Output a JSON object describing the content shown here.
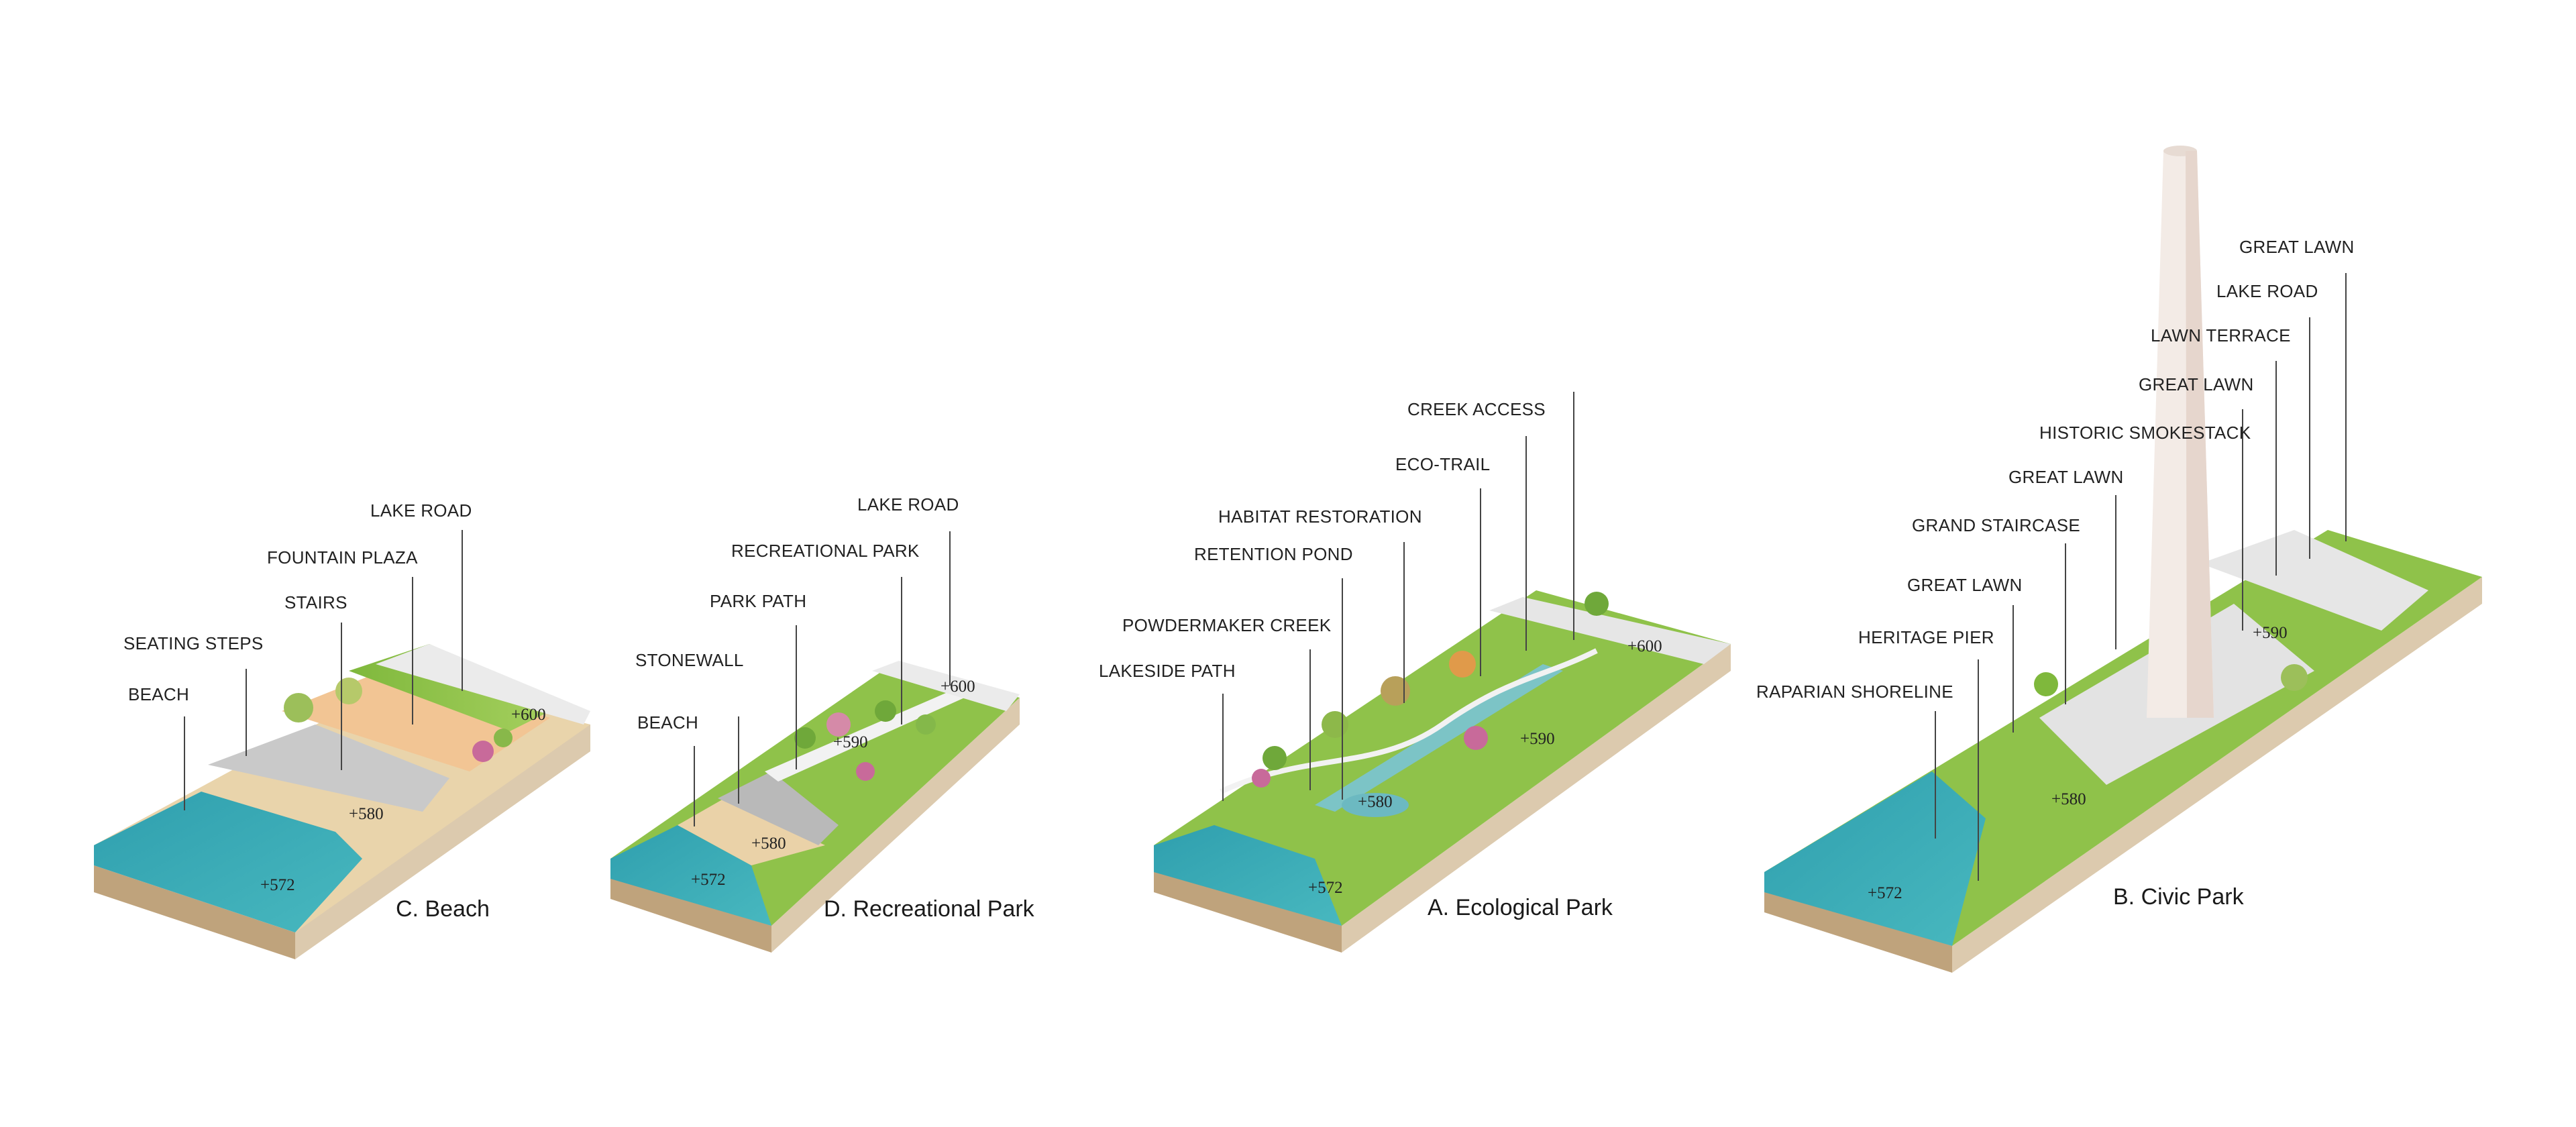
{
  "panels": [
    {
      "title": "C. Beach",
      "labels": [
        "LAKE ROAD",
        "FOUNTAIN PLAZA",
        "STAIRS",
        "SEATING STEPS",
        "BEACH"
      ],
      "elevations": [
        "+600",
        "+580",
        "+572"
      ]
    },
    {
      "title": "D. Recreational Park",
      "labels": [
        "LAKE ROAD",
        "RECREATIONAL PARK",
        "PARK PATH",
        "STONEWALL",
        "BEACH"
      ],
      "elevations": [
        "+600",
        "+590",
        "+580",
        "+572"
      ]
    },
    {
      "title": "A. Ecological Park",
      "labels": [
        "CREEK ACCESS",
        "ECO-TRAIL",
        "HABITAT RESTORATION",
        "RETENTION POND",
        "POWDERMAKER CREEK",
        "LAKESIDE PATH"
      ],
      "elevations": [
        "+600",
        "+590",
        "+580",
        "+572"
      ]
    },
    {
      "title": "B. Civic Park",
      "labels": [
        "GREAT LAWN",
        "LAKE ROAD",
        "LAWN TERRACE",
        "GREAT LAWN",
        "HISTORIC SMOKESTACK",
        "GREAT LAWN",
        "GRAND STAIRCASE",
        "GREAT LAWN",
        "HERITAGE PIER",
        "RAPARIAN SHORELINE"
      ],
      "elevations": [
        "+590",
        "+580",
        "+572"
      ]
    }
  ],
  "colors": {
    "water": "#3aa9b4",
    "sand": "#ead2a8",
    "earth": "#d9c6a8",
    "grass": "#8fc24a",
    "plaza": "#f0c79a",
    "road": "#e8e8e8"
  }
}
